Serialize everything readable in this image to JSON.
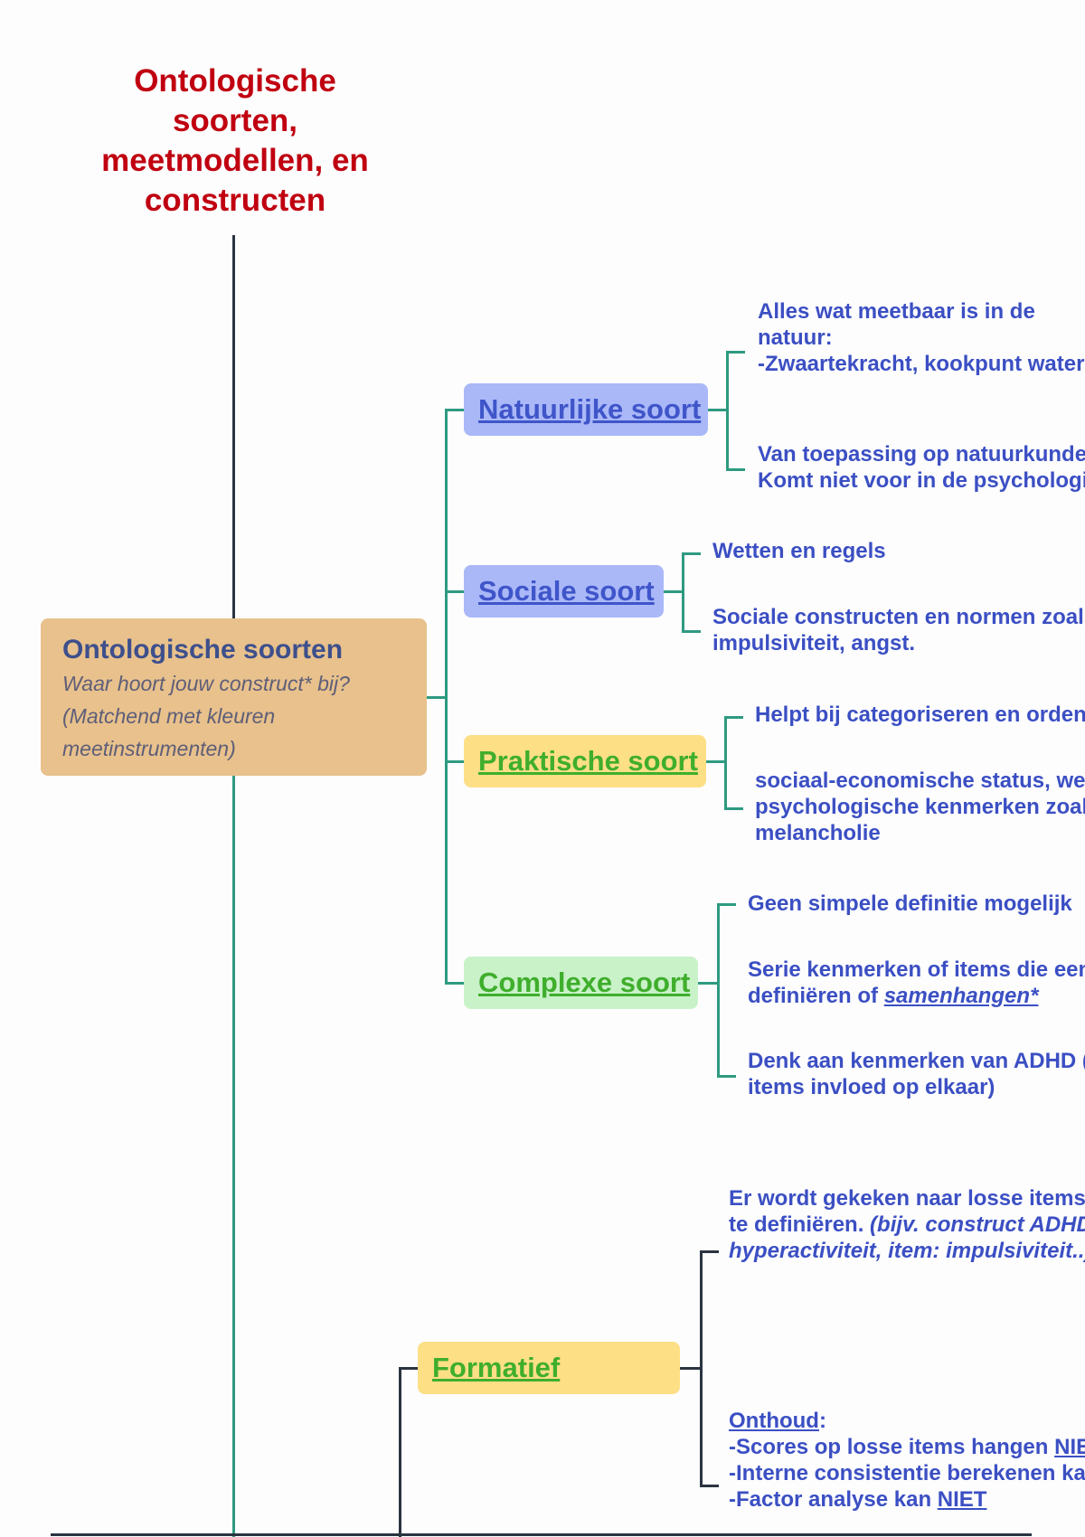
{
  "title": {
    "lines": [
      "Ontologische",
      "soorten,",
      "meetmodellen, en",
      "constructen"
    ]
  },
  "root": {
    "title": "Ontologische soorten",
    "subtitle_lines": [
      "Waar hoort jouw construct* bij?",
      "(Matchend met kleuren",
      "meetinstrumenten)"
    ]
  },
  "nodes": {
    "natuurlijk": {
      "label": "Natuurlijke soort",
      "items": [
        [
          "Alles wat meetbaar is in de",
          "natuur:",
          "-Zwaartekracht, kookpunt water"
        ],
        [
          "Van toepassing op natuurkunde,",
          "Komt niet voor in de psychologis"
        ]
      ]
    },
    "sociaal": {
      "label": "Sociale soort",
      "items": [
        [
          "Wetten en regels"
        ],
        [
          "Sociale constructen en normen zoals",
          "impulsiviteit, angst."
        ]
      ]
    },
    "praktisch": {
      "label": "Praktische soort",
      "items": [
        [
          "Helpt bij categoriseren en ordene"
        ],
        [
          "sociaal-economische status, wer",
          "psychologische kenmerken zoals",
          "melancholie"
        ]
      ]
    },
    "complex": {
      "label": "Complexe soort",
      "items": [
        [
          "Geen simpele definitie mogelijk"
        ],
        {
          "line1": "Serie kenmerken of items die een",
          "line2_prefix": "definiëren of ",
          "line2_link": "samenhangen*"
        },
        [
          "Denk aan kenmerken van ADHD (o",
          "items invloed op elkaar)"
        ]
      ]
    },
    "formatief": {
      "label": "Formatief",
      "item1": {
        "line1": "Er wordt gekeken naar losse items",
        "line2_prefix": "te definiëren. ",
        "line2_italic": "(bijv. construct ADHD",
        "line3_italic": "hyperactiviteit, item: impulsiviteit..)"
      },
      "item2": {
        "heading": "Onthoud",
        "heading_suffix": ":",
        "line1_prefix": "-Scores op losse items hangen ",
        "line1_link": "NIET",
        "line2": "-Interne consistentie berekenen kan",
        "line3_prefix": "-Factor analyse kan ",
        "line3_link": "NIET"
      }
    }
  },
  "colors": {
    "title": "#c00010",
    "text": "#3b4fc3",
    "teal": "#2e9a80",
    "root_bg": "#e8c18c",
    "blue_node": "#aab8f8",
    "yellow_node": "#fddf86",
    "green_node": "#c9f2c9"
  }
}
